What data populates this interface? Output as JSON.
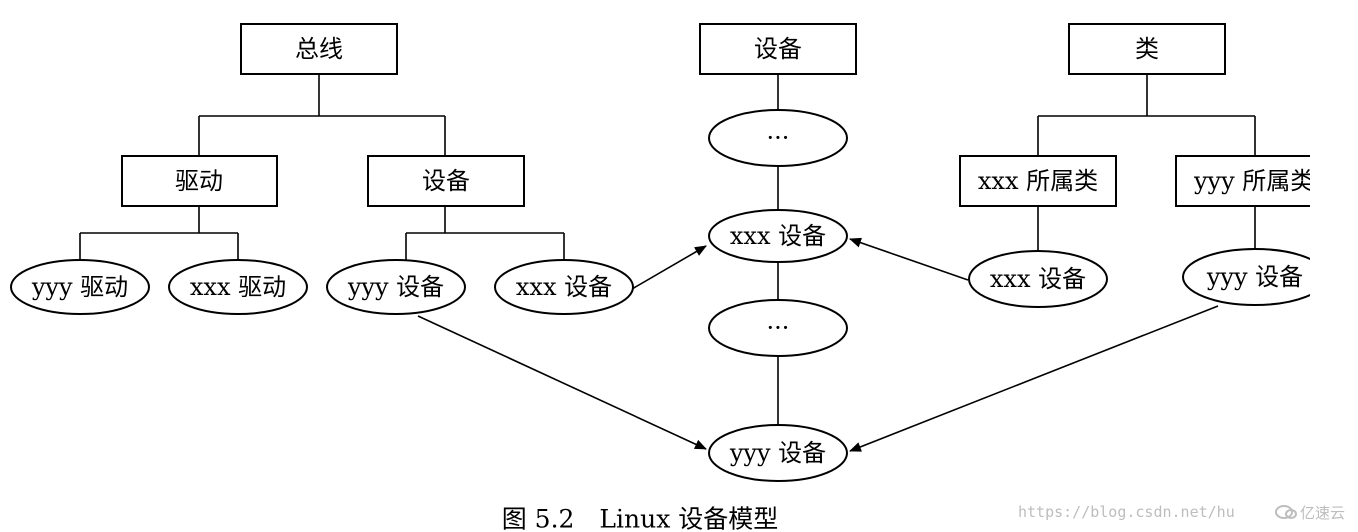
{
  "nodes": {
    "bus": "总线",
    "device_root": "设备",
    "class": "类",
    "driver": "驱动",
    "bus_device": "设备",
    "ellipsis_top": "···",
    "xxx_class": "xxx 所属类",
    "yyy_class": "yyy 所属类",
    "yyy_driver": "yyy 驱动",
    "xxx_driver": "xxx 驱动",
    "yyy_device_bus": "yyy 设备",
    "xxx_device_bus": "xxx 设备",
    "xxx_device_center": "xxx 设备",
    "xxx_device_class": "xxx 设备",
    "yyy_device_class": "yyy 设备",
    "ellipsis_mid": "···",
    "yyy_device_center": "yyy 设备"
  },
  "caption": "图 5.2　Linux 设备模型",
  "watermark": {
    "url": "https://blog.csdn.net/hu",
    "logo": "亿速云"
  }
}
